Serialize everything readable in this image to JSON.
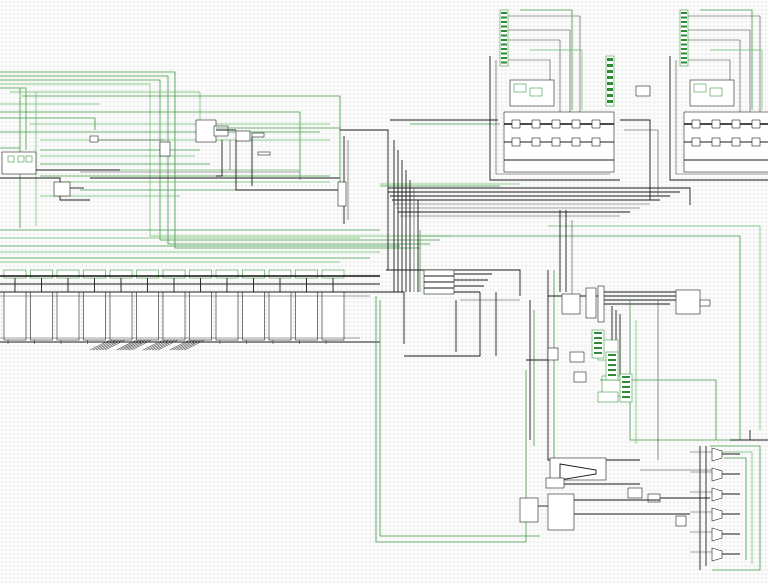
{
  "canvas": {
    "background": "#fbfbfb",
    "grid_dot_color": "#c9c9c9",
    "wire_green": "#3e9a43",
    "wire_light_green": "#66bb66",
    "wire_black": "#1a1a1a"
  },
  "modules": {
    "register_bank_count": 13,
    "top_right_cell_count": 2,
    "pin_strip_count": 3,
    "mux_column_count": 6
  },
  "icons": [
    "gate-icon",
    "mux-icon",
    "pin-icon",
    "register-icon",
    "splitter-icon"
  ]
}
